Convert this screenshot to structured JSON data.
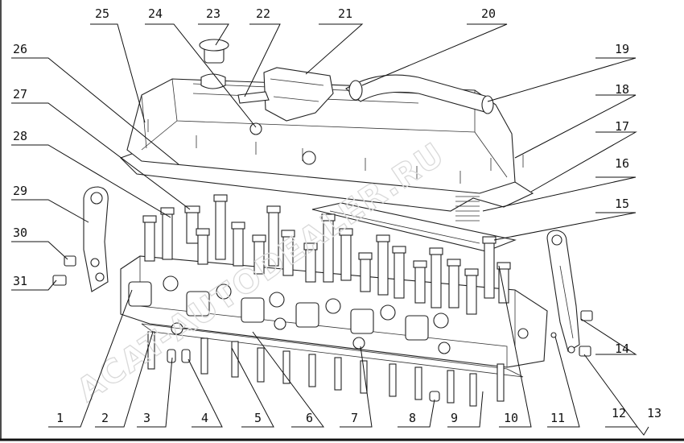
{
  "diagram": {
    "watermark": "ACAT-AUTODEALER.RU",
    "callouts": [
      {
        "num": "1"
      },
      {
        "num": "2"
      },
      {
        "num": "3"
      },
      {
        "num": "4"
      },
      {
        "num": "5"
      },
      {
        "num": "6"
      },
      {
        "num": "7"
      },
      {
        "num": "8"
      },
      {
        "num": "9"
      },
      {
        "num": "10"
      },
      {
        "num": "11"
      },
      {
        "num": "12"
      },
      {
        "num": "13"
      },
      {
        "num": "14"
      },
      {
        "num": "15"
      },
      {
        "num": "16"
      },
      {
        "num": "17"
      },
      {
        "num": "18"
      },
      {
        "num": "19"
      },
      {
        "num": "20"
      },
      {
        "num": "21"
      },
      {
        "num": "22"
      },
      {
        "num": "23"
      },
      {
        "num": "24"
      },
      {
        "num": "25"
      },
      {
        "num": "26"
      },
      {
        "num": "27"
      },
      {
        "num": "28"
      },
      {
        "num": "29"
      },
      {
        "num": "30"
      },
      {
        "num": "31"
      }
    ]
  }
}
